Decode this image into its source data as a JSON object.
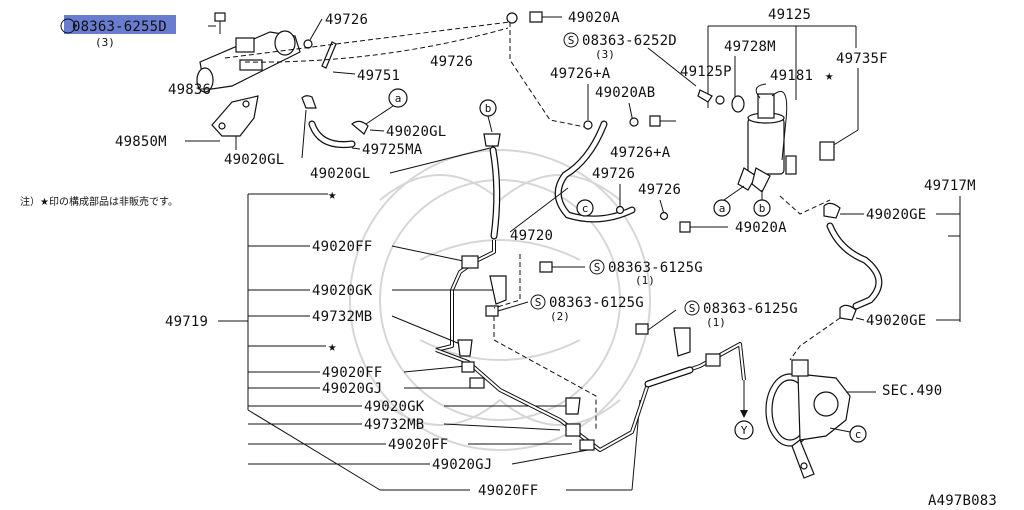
{
  "note": "注）★印の構成部品は非販売です。",
  "diagram_id": "A497B083",
  "star": "★",
  "labels": {
    "p08363_6255D": "08363-6255D",
    "p08363_6255D_qty": "(3)",
    "p49726_a": "49726",
    "p49020A_a": "49020A",
    "p49125": "49125",
    "p49726_b": "49726",
    "p49751": "49751",
    "p08363_6252D": "08363-6252D",
    "p08363_6252D_qty": "(3)",
    "p49728M": "49728M",
    "p49735F": "49735F",
    "p49836": "49836",
    "p49726_plusA_a": "49726+A",
    "p49125P": "49125P",
    "p49181": "49181",
    "p49020AB": "49020AB",
    "p49850M": "49850M",
    "p49020GL_a": "49020GL",
    "p49726_plusA_b": "49726+A",
    "p49020GL_b": "49020GL",
    "p49725MA": "49725MA",
    "p49020GL_c": "49020GL",
    "p49726_c": "49726",
    "p49726_d": "49726",
    "p49717M": "49717M",
    "p49020GE_a": "49020GE",
    "p49720": "49720",
    "p49020A_b": "49020A",
    "p49020FF_a": "49020FF",
    "p08363_6125G_a": "08363-6125G",
    "p08363_6125G_a_qty": "(1)",
    "p49020GK_a": "49020GK",
    "p08363_6125G_b": "08363-6125G",
    "p08363_6125G_b_qty": "(2)",
    "p08363_6125G_c": "08363-6125G",
    "p08363_6125G_c_qty": "(1)",
    "p49719": "49719",
    "p49732MB_a": "49732MB",
    "p49020GE_b": "49020GE",
    "p49020FF_b": "49020FF",
    "p49020GJ_a": "49020GJ",
    "sec490": "SEC.490",
    "p49020GK_b": "49020GK",
    "p49732MB_b": "49732MB",
    "p49020FF_c": "49020FF",
    "p49020GJ_b": "49020GJ",
    "p49020FF_d": "49020FF"
  },
  "callouts": {
    "a": "a",
    "b": "b",
    "c": "c",
    "y": "Y",
    "s": "S"
  }
}
